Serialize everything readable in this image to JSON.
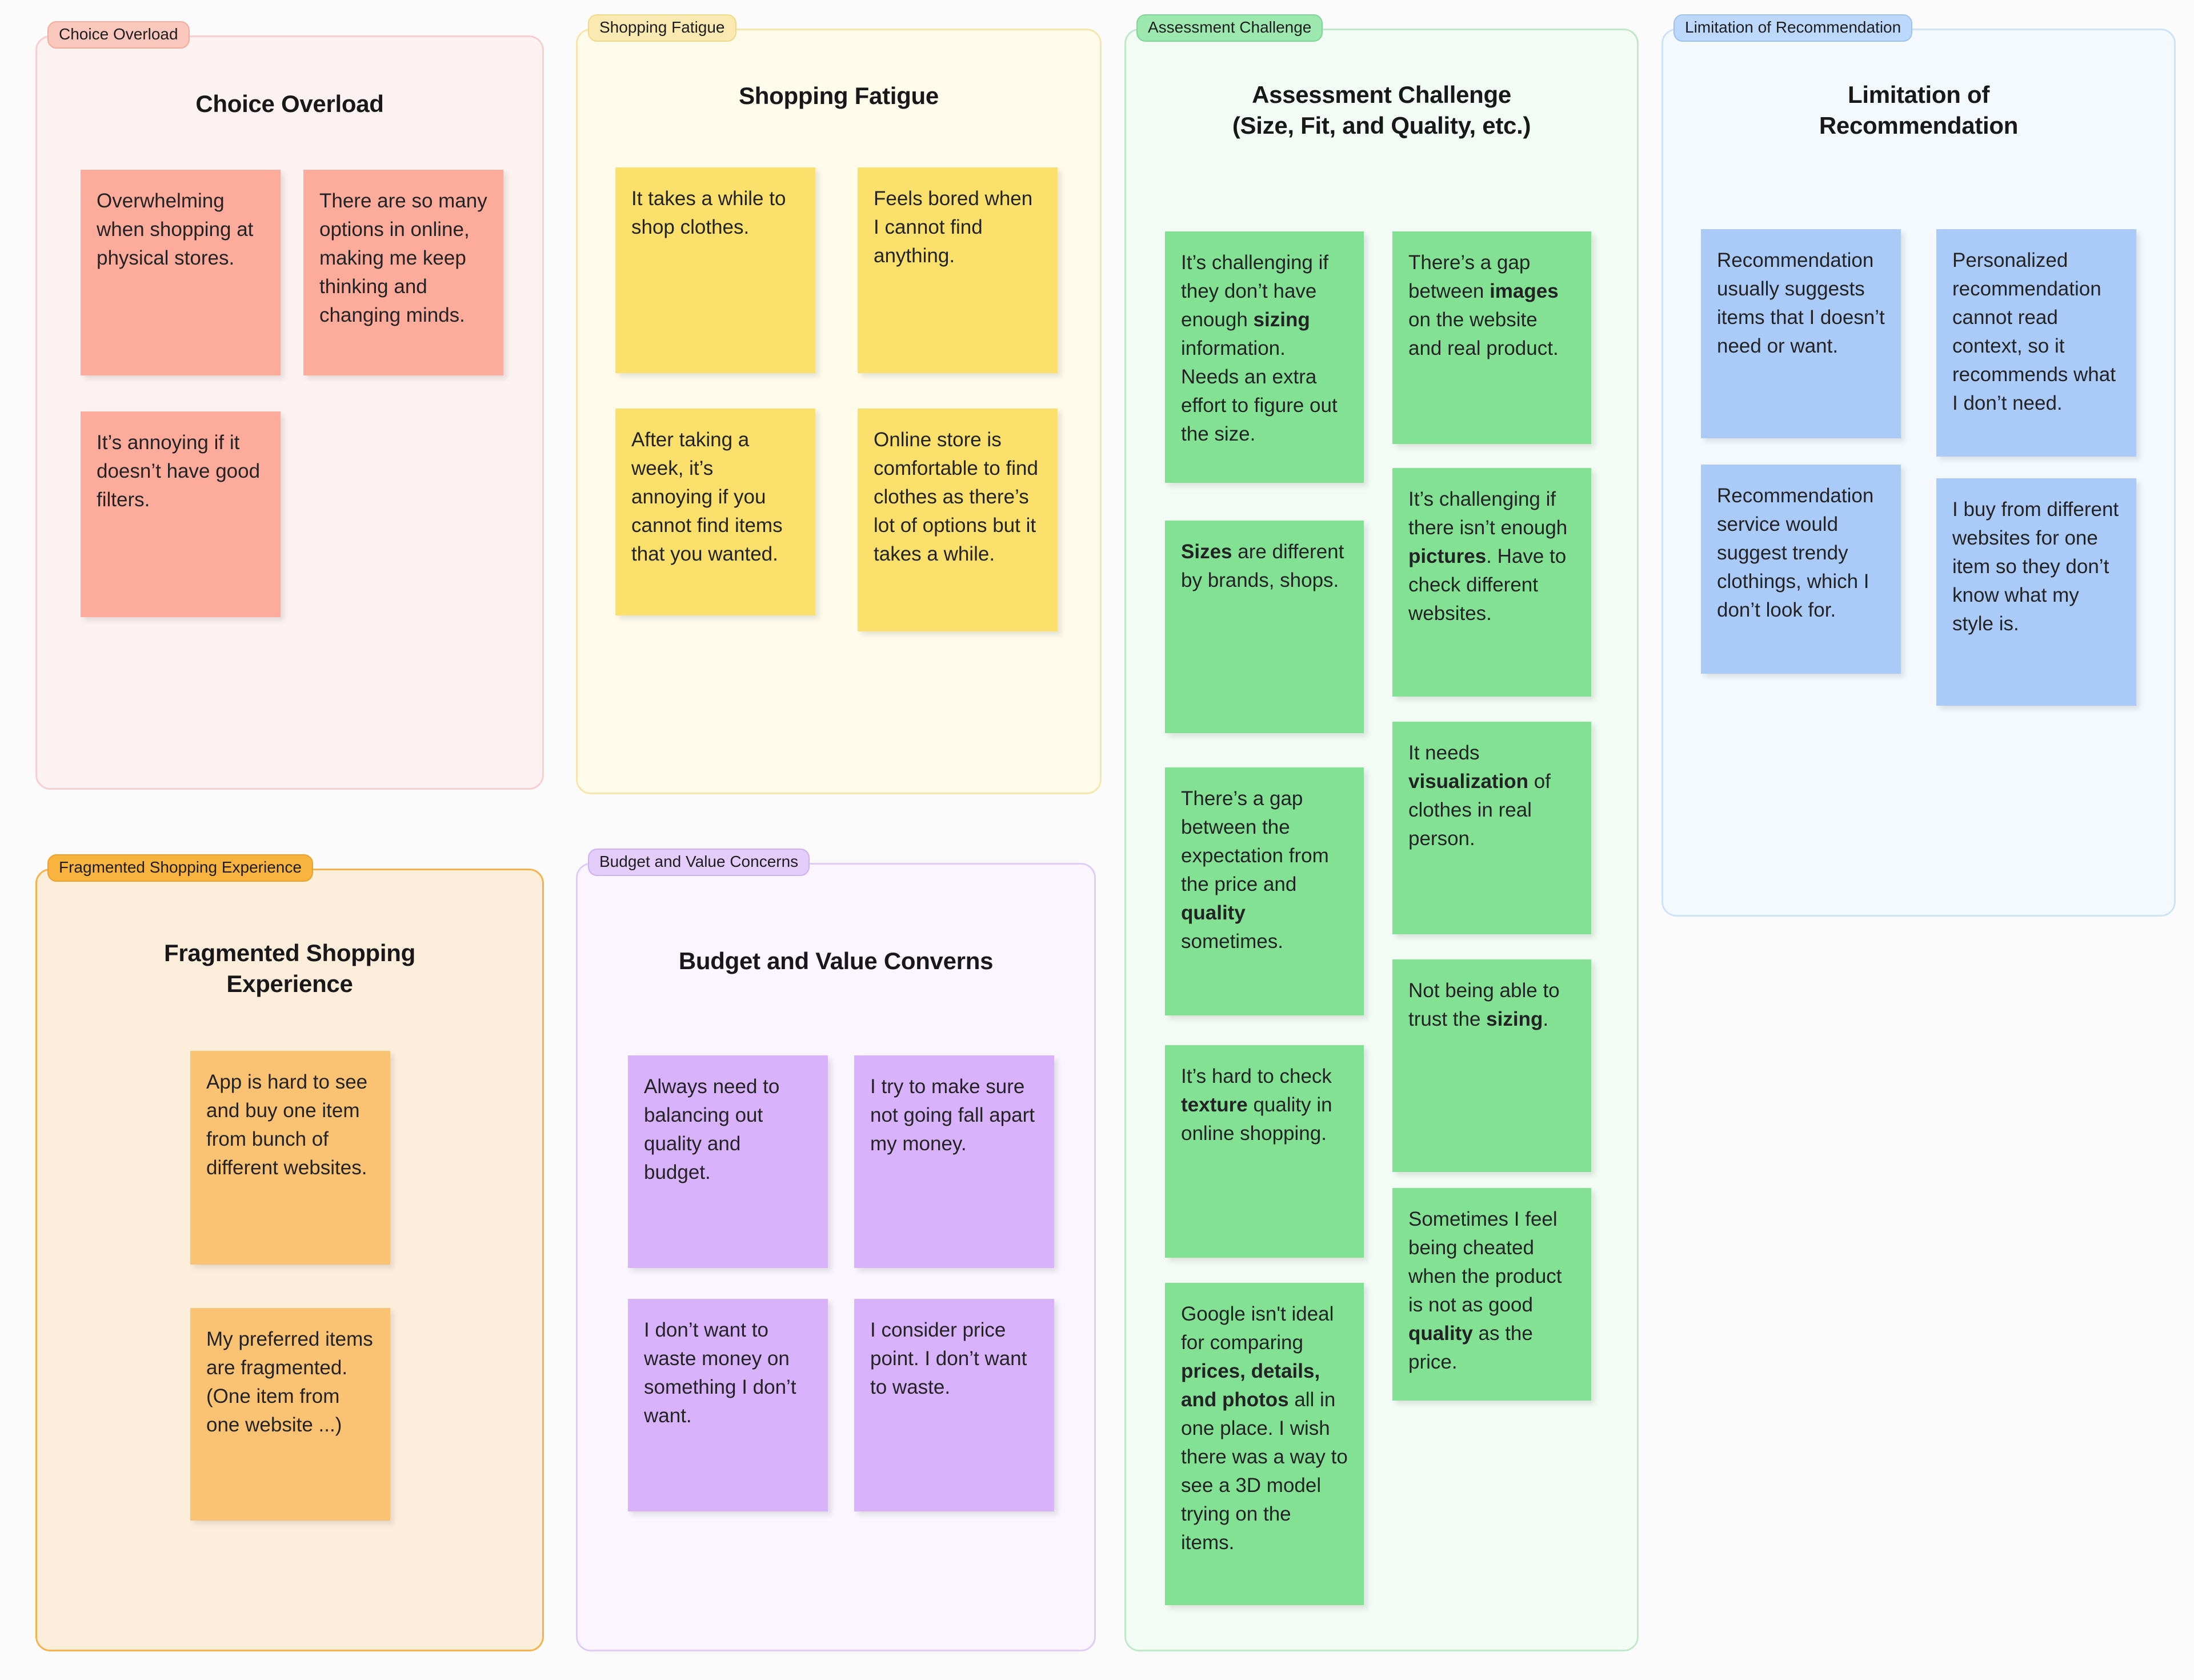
{
  "board": {
    "background_color": "#fbfbfb"
  },
  "panels": [
    {
      "id": "choice-overload",
      "badge": "Choice Overload",
      "title": "Choice Overload",
      "color": "pink",
      "notes": [
        {
          "text": "Overwhelming when shopping at physical stores."
        },
        {
          "text": "There are so many options in online, making me keep thinking and changing minds."
        },
        {
          "text": "It’s annoying if it doesn’t have good filters."
        }
      ]
    },
    {
      "id": "shopping-fatigue",
      "badge": "Shopping Fatigue",
      "title": "Shopping Fatigue",
      "color": "yellow",
      "notes": [
        {
          "text": "It takes a while to shop clothes."
        },
        {
          "text": "Feels bored when I cannot find anything."
        },
        {
          "text": "After taking a week, it’s annoying if you cannot find items that you wanted."
        },
        {
          "text": "Online store is comfortable to find clothes as there’s lot of options but it takes a while."
        }
      ]
    },
    {
      "id": "assessment-challenge",
      "badge": "Assessment Challenge",
      "title_line1": "Assessment Challenge",
      "title_line2": "(Size, Fit, and Quality, etc.)",
      "color": "green",
      "notes": [
        {
          "html": "It’s challenging if they don’t have enough <b>sizing</b> information. Needs an extra effort to figure out the size."
        },
        {
          "html": "There’s a gap between <b>images</b> on the website and real product."
        },
        {
          "html": "<b>Sizes</b> are different by brands, shops."
        },
        {
          "html": "It’s challenging if there isn’t enough <b>pictures</b>. Have to check different websites."
        },
        {
          "html": "There’s a gap between the expectation from the price and <b>quality</b> sometimes."
        },
        {
          "html": "It needs <b>visualization</b> of clothes in real person."
        },
        {
          "html": "It’s hard to check <b>texture</b> quality in online shopping."
        },
        {
          "html": "Not being able to trust the <b>sizing</b>."
        },
        {
          "html": "Google isn't ideal for comparing <b>prices, details, and photos</b> all in one place. I wish there was a way to see a 3D model trying on the items."
        },
        {
          "html": "Sometimes I feel being cheated when the product is not as good <b>quality</b> as the price."
        }
      ]
    },
    {
      "id": "limitation-of-recommendation",
      "badge": "Limitation of Recommendation",
      "title_line1": "Limitation of",
      "title_line2": "Recommendation",
      "color": "blue",
      "notes": [
        {
          "text": "Recommendation usually suggests items that I doesn’t need or want."
        },
        {
          "text": "Personalized recommendation cannot read context, so it recommends what I don’t need."
        },
        {
          "text": "Recommendation service would suggest trendy clothings, which I don’t look for."
        },
        {
          "text": "I buy from different websites for one item so they don’t know what my style is."
        }
      ]
    },
    {
      "id": "fragmented-shopping-experience",
      "badge": "Fragmented Shopping Experience",
      "title_line1": "Fragmented Shopping",
      "title_line2": "Experience",
      "color": "orange",
      "notes": [
        {
          "text": "App is hard to see and buy one item from bunch of different websites."
        },
        {
          "text": "My preferred items are fragmented. (One item from one website ...)"
        }
      ]
    },
    {
      "id": "budget-and-value-concerns",
      "badge": "Budget and Value Concerns",
      "title": "Budget and Value Converns",
      "color": "purple",
      "notes": [
        {
          "text": "Always need to balancing out quality and budget."
        },
        {
          "text": "I try to make sure not going fall apart my money."
        },
        {
          "text": "I don’t want to waste money on something I don’t want."
        },
        {
          "text": "I consider price point. I don’t want to waste."
        }
      ]
    }
  ]
}
